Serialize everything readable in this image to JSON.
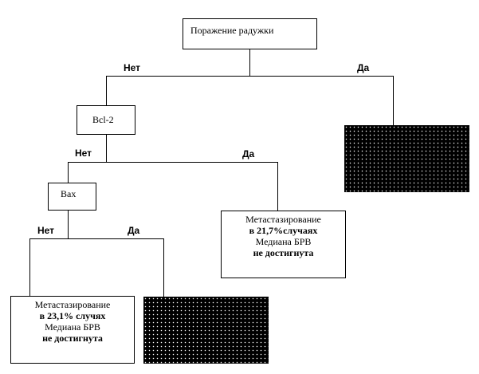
{
  "nodes": {
    "iris": {
      "label": "Поражение радужки"
    },
    "bcl2": {
      "label": "Bcl-2"
    },
    "bax": {
      "label": "Bax"
    },
    "outcome_bcl2_yes": {
      "line1": "Метастазирование",
      "line2": "в 21,7%случаях",
      "line3": "Медиана БРВ",
      "line4": "не достигнута"
    },
    "outcome_bax_no": {
      "line1": "Метастазирование",
      "line2": "в 23,1% случях",
      "line3": "Медиана БРВ",
      "line4": "не достигнута"
    }
  },
  "branches": {
    "iris_no": "Нет",
    "iris_yes": "Да",
    "bcl2_no": "Нет",
    "bcl2_yes": "Да",
    "bax_no": "Нет",
    "bax_yes": "Да"
  },
  "colors": {
    "line": "#000000",
    "dark_fill": "#000000",
    "dot": "#ffffff"
  }
}
